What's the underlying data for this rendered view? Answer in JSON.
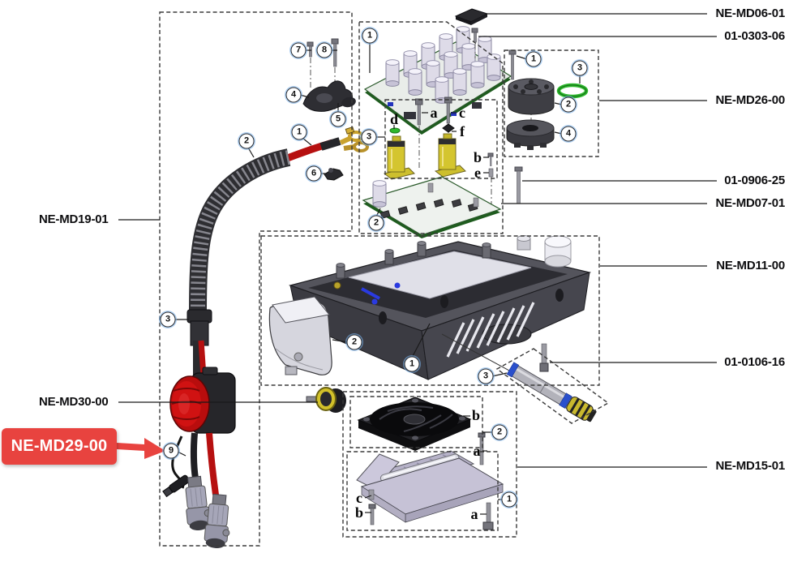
{
  "colors": {
    "accent_red": "#e8433f",
    "oring_green": "#2db82d",
    "cable_red": "#b61010",
    "solenoid_yellow": "#d4c52f",
    "line_color": "#1a1a1a"
  },
  "left_labels": [
    {
      "text": "NE-MD19-01"
    },
    {
      "text": "NE-MD30-00"
    }
  ],
  "highlight_label": {
    "text": "NE-MD29-00"
  },
  "right_labels": [
    {
      "text": "NE-MD06-01"
    },
    {
      "text": "01-0303-06"
    },
    {
      "text": "NE-MD26-00"
    },
    {
      "text": "01-0906-25"
    },
    {
      "text": "NE-MD07-01"
    },
    {
      "text": "NE-MD11-00"
    },
    {
      "text": "01-0106-16"
    },
    {
      "text": "NE-MD15-01"
    }
  ],
  "callouts": {
    "cable_box": [
      "7",
      "8",
      "4",
      "5",
      "1",
      "2",
      "6",
      "3",
      "9"
    ],
    "pcb_box": [
      "1",
      "3",
      "2"
    ],
    "motor_box": [
      "1",
      "3",
      "2",
      "4"
    ],
    "body_box": [
      "2",
      "1",
      "3"
    ],
    "cooling_box": [
      "2",
      "1"
    ],
    "solenoid_letters": [
      "d",
      "a",
      "c",
      "f",
      "b",
      "e"
    ],
    "fan_letters": [
      "b",
      "a"
    ],
    "heatsink_letters": [
      "c",
      "b",
      "a"
    ]
  }
}
